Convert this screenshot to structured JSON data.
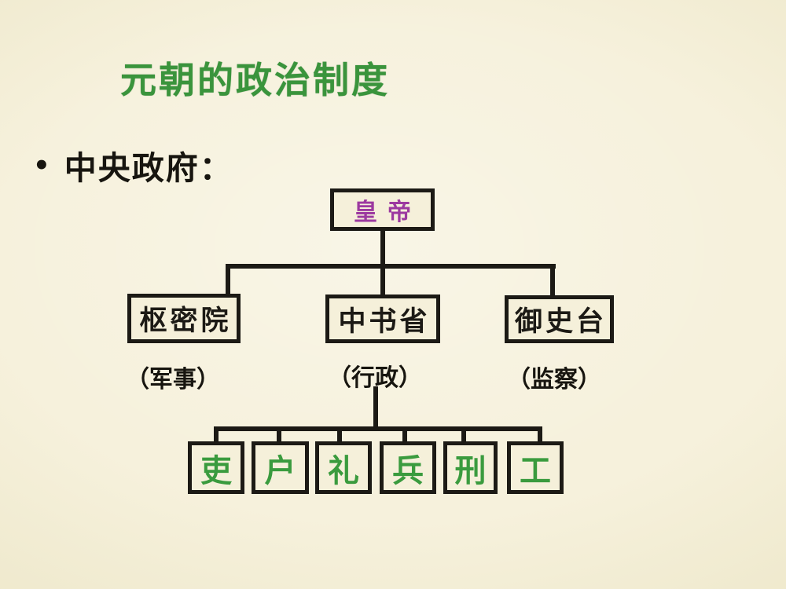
{
  "slide": {
    "title": "元朝的政治制度",
    "bullet_marker": "•",
    "bullet": "中央政府："
  },
  "chart_data": {
    "type": "org-chart",
    "title": "元朝的政治制度",
    "section": "中央政府",
    "root": {
      "label": "皇帝"
    },
    "level2": [
      {
        "label": "枢密院",
        "note": "（军事）"
      },
      {
        "label": "中书省",
        "note": "（行政）"
      },
      {
        "label": "御史台",
        "note": "（监察）"
      }
    ],
    "level3_parent": "中书省",
    "level3": [
      "吏",
      "户",
      "礼",
      "兵",
      "刑",
      "工"
    ]
  },
  "colors": {
    "title_green": "#3a943c",
    "emperor_purple": "#9c39a0",
    "ministry_green": "#3a9b3e",
    "line_black": "#1c1a15",
    "background_cream": "#f4efd9"
  }
}
